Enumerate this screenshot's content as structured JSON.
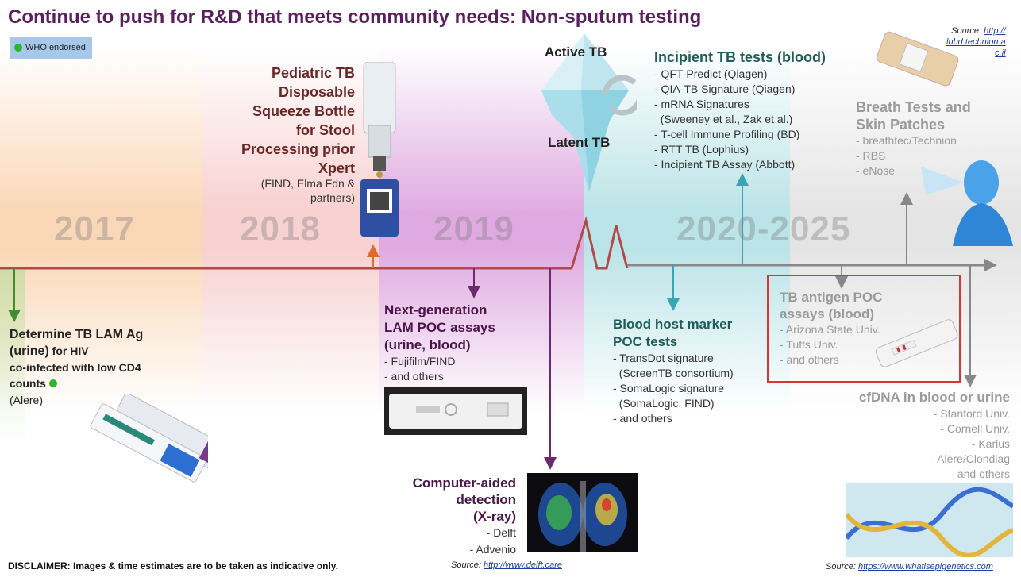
{
  "title": "Continue to push for R&D that meets community needs: Non-sputum testing",
  "legend": {
    "label": "WHO endorsed",
    "dot_color": "#2db52d"
  },
  "years": [
    "2017",
    "2018",
    "2019",
    "2020-2025"
  ],
  "colors": {
    "title": "#5b1f5f",
    "orange": "#f5a75f",
    "pink": "#f2a3a3",
    "purple": "#c565c8",
    "teal": "#78c9d0",
    "gray": "#cfcfcf",
    "timeline": "#b24a4a",
    "arrow_teal": "#3aa5b3",
    "arrow_purple": "#6b2a6b",
    "box_red": "#d33"
  },
  "lam": {
    "lines": [
      "Determine TB LAM Ag",
      "(urine)"
    ],
    "suffix": " for HIV",
    "lines2": [
      "co-infected with low CD4",
      "counts"
    ],
    "maker": "(Alere)"
  },
  "pediatric": {
    "lines": [
      "Pediatric TB",
      "Disposable",
      "Squeeze Bottle",
      "for Stool",
      "Processing prior",
      "Xpert"
    ],
    "partners": [
      "(FIND, Elma Fdn &",
      "partners)"
    ]
  },
  "iceberg": {
    "active": "Active TB",
    "latent": "Latent TB"
  },
  "nextgen": {
    "lines": [
      "Next-generation",
      "LAM POC assays",
      "(urine, blood)"
    ],
    "items": [
      "- Fujifilm/FIND",
      "- and others"
    ]
  },
  "cad": {
    "lines": [
      "Computer-aided",
      "detection",
      "(X-ray)"
    ],
    "items": [
      "- Delft",
      "- Advenio"
    ],
    "source_label": "Source: ",
    "source_link": "http://www.delft.care"
  },
  "incipient": {
    "title": "Incipient TB tests (blood)",
    "items": [
      "- QFT-Predict (Qiagen)",
      "- QIA-TB Signature (Qiagen)",
      "- mRNA Signatures",
      "  (Sweeney et al., Zak et al.)",
      "- T-cell Immune Profiling (BD)",
      "- RTT TB (Lophius)",
      "- Incipient TB Assay (Abbott)"
    ]
  },
  "host": {
    "lines": [
      "Blood host marker",
      "POC tests"
    ],
    "items": [
      "- TransDot signature",
      "  (ScreenTB consortium)",
      "- SomaLogic signature",
      "  (SomaLogic, FIND)",
      "- and others"
    ]
  },
  "breath": {
    "lines": [
      "Breath Tests and",
      "Skin Patches"
    ],
    "items": [
      "- breathtec/Technion",
      "- RBS",
      "- eNose"
    ],
    "source_label": "Source: ",
    "source_link_lines": [
      "http://",
      "lnbd.technion.a",
      "c.il"
    ]
  },
  "antigen": {
    "lines": [
      "TB antigen POC",
      "assays (blood)"
    ],
    "items": [
      "- Arizona State Univ.",
      "- Tufts Univ.",
      "- and others"
    ]
  },
  "cfdna": {
    "title": "cfDNA in blood or urine",
    "items": [
      "- Stanford Univ.",
      "- Cornell Univ.",
      "- Karius",
      "- Alere/Clondiag",
      "- and others"
    ],
    "source_label": "Source: ",
    "source_link": "https://www.whatisepigenetics.com"
  },
  "disclaimer": "DISCLAIMER: Images & time estimates are to be taken as indicative only."
}
